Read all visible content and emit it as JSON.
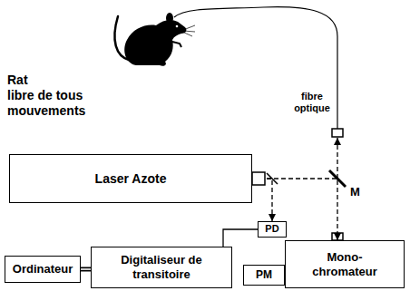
{
  "diagram": {
    "nodes": [
      {
        "text": [
          "Laser Azote"
        ]
      },
      {
        "text": [
          "PD"
        ]
      },
      {
        "text": [
          "Ordinateur"
        ]
      },
      {
        "text": [
          "Digitaliseur de transitoire"
        ]
      },
      {
        "text": [
          "PM"
        ]
      },
      {
        "text": [
          "Mono- chromateur"
        ]
      }
    ],
    "edges": [
      {
        "from": 0,
        "to": 1,
        "arrow": "to"
      },
      {
        "from": 0,
        "to": 5,
        "arrow": "to"
      },
      {
        "from": 1,
        "to": 3,
        "arrow": "none"
      },
      {
        "from": 2,
        "to": 3,
        "arrow": "none"
      }
    ],
    "labels": [
      "Rat",
      "libre de tous mouvements",
      "fibre optique",
      "M"
    ]
  }
}
